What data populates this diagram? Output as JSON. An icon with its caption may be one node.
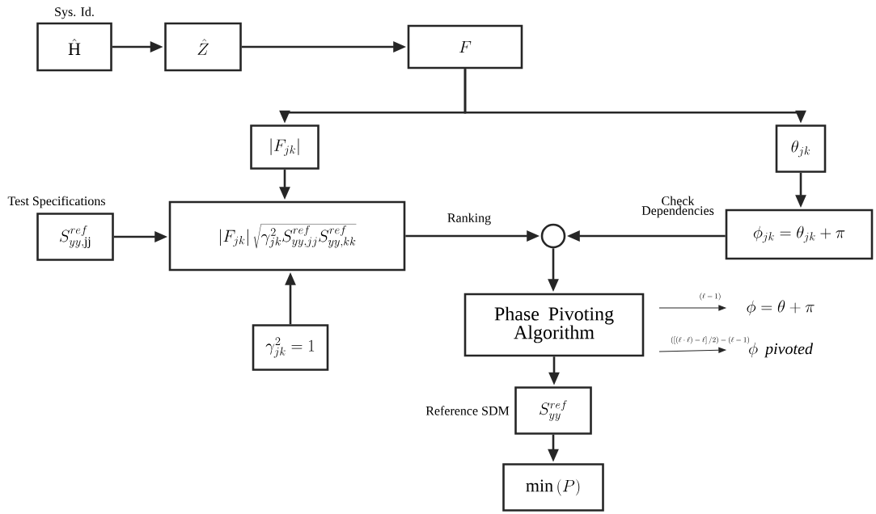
{
  "diagram": {
    "nodes": [
      {
        "text": [
          "\\hat{\\mathrm{H}}"
        ],
        "beside": [
          "Sys. Id."
        ]
      },
      {
        "text": [
          "\\hat{Z}"
        ]
      },
      {
        "text": [
          "F"
        ]
      },
      {
        "text": [
          "\\left|F_{jk}\\right|"
        ]
      },
      {
        "text": [
          "\\theta_{jk}"
        ]
      },
      {
        "text": [
          "S_{yy,\\mathrm{jj}}^{ref}"
        ],
        "beside": [
          "Test Specifications"
        ]
      },
      {
        "text": [
          "\\left|F_{jk}\\right|\\sqrt{\\gamma_{jk}^{2}S_{yy,jj}^{ref}S_{yy,kk}^{ref}}"
        ]
      },
      {
        "text": [
          "\\gamma_{jk}^{2}=1"
        ]
      },
      {
        "text": [],
        "shape": "circle"
      },
      {
        "text": [
          "\\phi_{jk}=\\theta_{jk}+\\pi"
        ]
      },
      {
        "text": [
          "Phase Pivoting Algorithm"
        ]
      },
      {
        "text": [
          "S_{yy}^{ref}"
        ],
        "beside": [
          "Reference SDM"
        ]
      },
      {
        "text": [
          "\\min\\left(P\\right)"
        ]
      },
      {
        "text": [
          "\\phi=\\theta+\\pi"
        ]
      },
      {
        "text": [
          "\\phi\\ \\mathit{pivoted}"
        ]
      }
    ],
    "edges": [
      {
        "from": 0,
        "to": 1,
        "arrow": "to"
      },
      {
        "from": 1,
        "to": 2,
        "arrow": "to"
      },
      {
        "from": 2,
        "to": 3,
        "arrow": "to"
      },
      {
        "from": 2,
        "to": 4,
        "arrow": "to"
      },
      {
        "from": 3,
        "to": 6,
        "arrow": "to"
      },
      {
        "from": 5,
        "to": 6,
        "arrow": "to"
      },
      {
        "from": 7,
        "to": 6,
        "arrow": "to"
      },
      {
        "from": 6,
        "to": 8,
        "arrow": "to",
        "label": "Ranking"
      },
      {
        "from": 4,
        "to": 9,
        "arrow": "to"
      },
      {
        "from": 9,
        "to": 8,
        "arrow": "to",
        "label": "Check Dependencies"
      },
      {
        "from": 8,
        "to": 10,
        "arrow": "to"
      },
      {
        "from": 10,
        "to": 11,
        "arrow": "to"
      },
      {
        "from": 11,
        "to": 12,
        "arrow": "to"
      },
      {
        "from": null,
        "to": 13,
        "arrow": "to",
        "label": "(\\ell-1)"
      },
      {
        "from": null,
        "to": 14,
        "arrow": "to",
        "label": "\\left(\\left[\\left(\\ell\\cdot\\ell\\right)-\\ell\\right]/2\\right)-\\left(\\ell-1\\right)"
      }
    ]
  }
}
